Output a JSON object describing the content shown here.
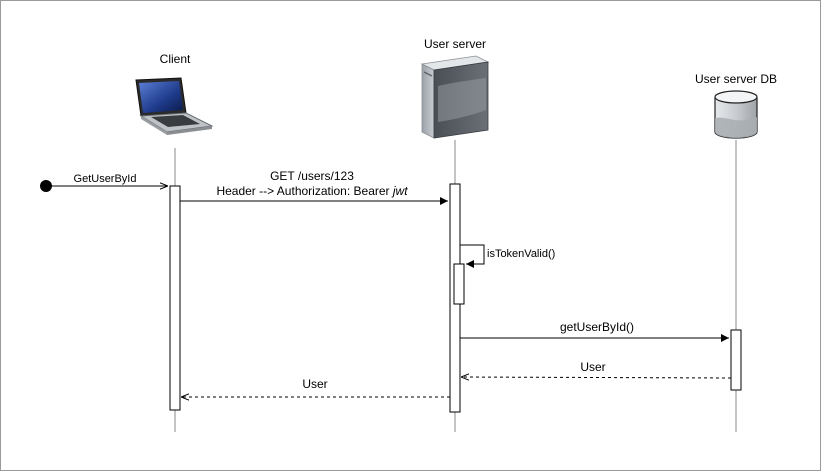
{
  "participants": {
    "client": "Client",
    "user_server": "User server",
    "user_server_db": "User server DB"
  },
  "messages": {
    "found": "GetUserById",
    "request_line1": "GET /users/123",
    "request_line2": "Header --> Authorization: Bearer ",
    "request_token": "jwt",
    "self_call": "isTokenValid()",
    "db_call": "getUserById()",
    "db_return": "User",
    "client_return": "User"
  },
  "colors": {
    "line": "#000000",
    "lifeline": "#8a8a8a",
    "border": "#9a9a9a"
  },
  "icons": {
    "client": "laptop-icon",
    "user_server": "server-tower-icon",
    "user_server_db": "database-cylinder-icon"
  }
}
